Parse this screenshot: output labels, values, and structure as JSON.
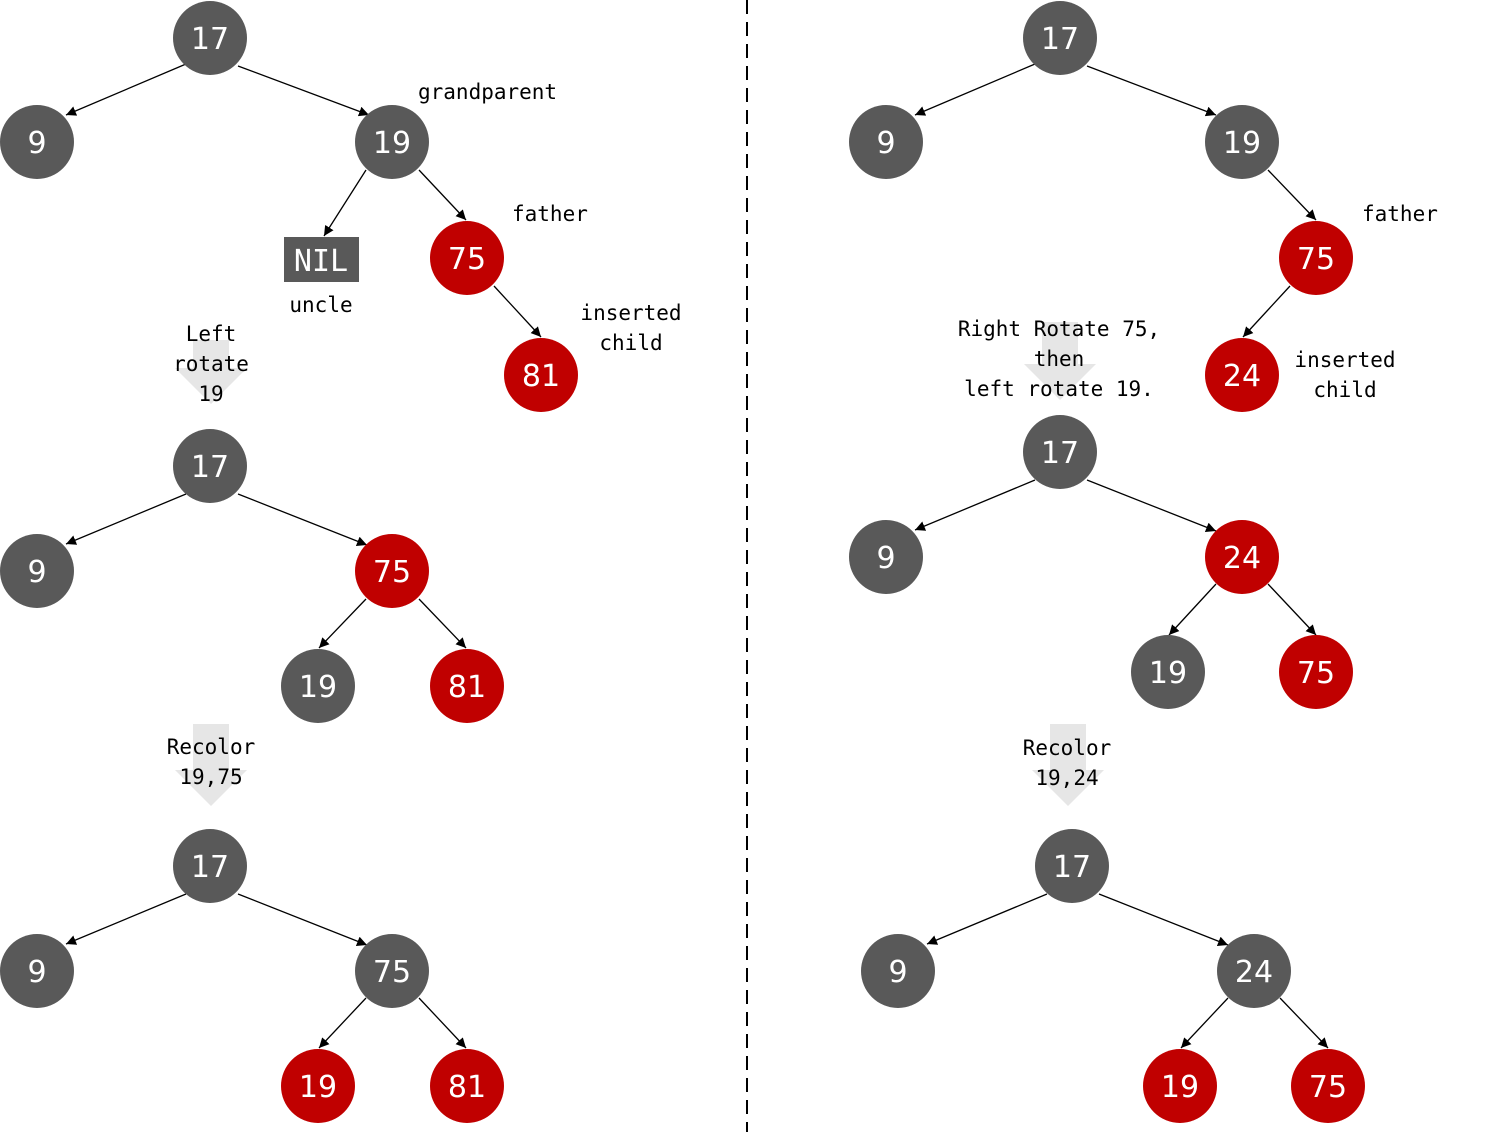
{
  "colors": {
    "black_node": "#595959",
    "red_node": "#c00000",
    "arrow_fill": "#e6e6e6",
    "divider": "#000000"
  },
  "left": {
    "tree1": {
      "nodes": [
        {
          "id": "l1-17",
          "value": "17",
          "color": "black"
        },
        {
          "id": "l1-9",
          "value": "9",
          "color": "black"
        },
        {
          "id": "l1-19",
          "value": "19",
          "color": "black"
        },
        {
          "id": "l1-75",
          "value": "75",
          "color": "red"
        },
        {
          "id": "l1-81",
          "value": "81",
          "color": "red"
        }
      ],
      "nil": "NIL",
      "labels": {
        "grandparent": "grandparent",
        "father": "father",
        "uncle": "uncle",
        "inserted": [
          "inserted",
          "child"
        ]
      }
    },
    "step1": [
      "Left",
      "rotate",
      "19"
    ],
    "tree2": {
      "nodes": [
        {
          "id": "l2-17",
          "value": "17",
          "color": "black"
        },
        {
          "id": "l2-9",
          "value": "9",
          "color": "black"
        },
        {
          "id": "l2-75",
          "value": "75",
          "color": "red"
        },
        {
          "id": "l2-19",
          "value": "19",
          "color": "black"
        },
        {
          "id": "l2-81",
          "value": "81",
          "color": "red"
        }
      ]
    },
    "step2": [
      "Recolor",
      "19,75"
    ],
    "tree3": {
      "nodes": [
        {
          "id": "l3-17",
          "value": "17",
          "color": "black"
        },
        {
          "id": "l3-9",
          "value": "9",
          "color": "black"
        },
        {
          "id": "l3-75",
          "value": "75",
          "color": "black"
        },
        {
          "id": "l3-19",
          "value": "19",
          "color": "red"
        },
        {
          "id": "l3-81",
          "value": "81",
          "color": "red"
        }
      ]
    }
  },
  "right": {
    "tree1": {
      "nodes": [
        {
          "id": "r1-17",
          "value": "17",
          "color": "black"
        },
        {
          "id": "r1-9",
          "value": "9",
          "color": "black"
        },
        {
          "id": "r1-19",
          "value": "19",
          "color": "black"
        },
        {
          "id": "r1-75",
          "value": "75",
          "color": "red"
        },
        {
          "id": "r1-24",
          "value": "24",
          "color": "red"
        }
      ],
      "labels": {
        "father": "father",
        "inserted": [
          "inserted",
          "child"
        ]
      }
    },
    "step1": [
      "Right Rotate 75,",
      "then",
      "left rotate 19."
    ],
    "tree2": {
      "nodes": [
        {
          "id": "r2-17",
          "value": "17",
          "color": "black"
        },
        {
          "id": "r2-9",
          "value": "9",
          "color": "black"
        },
        {
          "id": "r2-24",
          "value": "24",
          "color": "red"
        },
        {
          "id": "r2-19",
          "value": "19",
          "color": "black"
        },
        {
          "id": "r2-75",
          "value": "75",
          "color": "red"
        }
      ]
    },
    "step2": [
      "Recolor",
      "19,24"
    ],
    "tree3": {
      "nodes": [
        {
          "id": "r3-17",
          "value": "17",
          "color": "black"
        },
        {
          "id": "r3-9",
          "value": "9",
          "color": "black"
        },
        {
          "id": "r3-24",
          "value": "24",
          "color": "black"
        },
        {
          "id": "r3-19",
          "value": "19",
          "color": "red"
        },
        {
          "id": "r3-75",
          "value": "75",
          "color": "red"
        }
      ]
    }
  }
}
